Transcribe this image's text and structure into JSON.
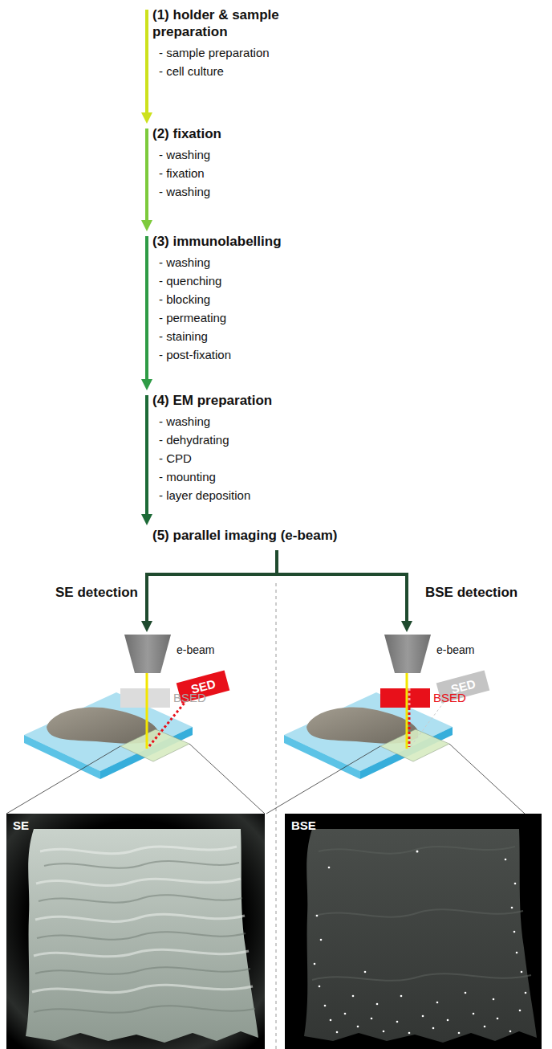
{
  "diagram": {
    "nodes": [
      {
        "text": [
          "(1) holder & sample preparation",
          "- sample preparation",
          "- cell culture"
        ]
      },
      {
        "text": [
          "(2) fixation",
          "- washing",
          "- fixation",
          "- washing"
        ]
      },
      {
        "text": [
          "(3) immunolabelling",
          "- washing",
          "- quenching",
          "- blocking",
          "- permeating",
          "- staining",
          "- post-fixation"
        ]
      },
      {
        "text": [
          "(4) EM preparation",
          "- washing",
          "- dehydrating",
          "- CPD",
          "- mounting",
          "- layer deposition"
        ]
      },
      {
        "text": [
          "(5) parallel imaging (e-beam)"
        ]
      },
      {
        "text": [
          "SE detection"
        ]
      },
      {
        "text": [
          "BSE detection"
        ]
      }
    ],
    "edges": [
      {
        "from": 0,
        "to": 1,
        "arrow": "to"
      },
      {
        "from": 1,
        "to": 2,
        "arrow": "to"
      },
      {
        "from": 2,
        "to": 3,
        "arrow": "to"
      },
      {
        "from": 3,
        "to": 4,
        "arrow": "to"
      },
      {
        "from": 4,
        "to": 5,
        "arrow": "to"
      },
      {
        "from": 4,
        "to": 6,
        "arrow": "to"
      }
    ],
    "labels": [
      "e-beam",
      "BSED",
      "SED",
      "SE",
      "e-beam",
      "BSED",
      "SED",
      "BSE"
    ]
  }
}
